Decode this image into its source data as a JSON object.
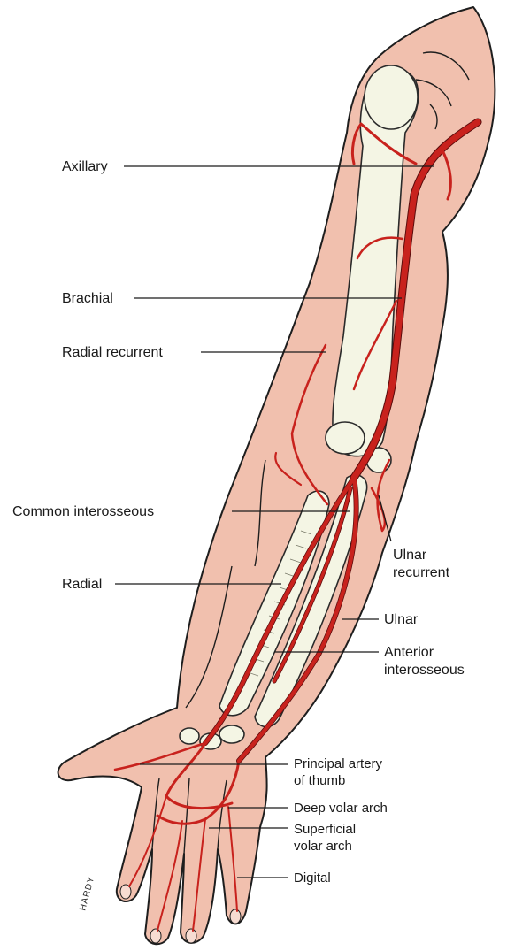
{
  "colors": {
    "skin": "#f1c0ae",
    "bone": "#f4f5e4",
    "artery": "#c8221d",
    "artery_outline": "#5a0c0c",
    "text": "#1a1a1a"
  },
  "labels": {
    "axillary": "Axillary",
    "brachial": "Brachial",
    "radial_recurrent": "Radial recurrent",
    "common_interosseous": "Common interosseous",
    "radial": "Radial",
    "ulnar_recurrent_1": "Ulnar",
    "ulnar_recurrent_2": "recurrent",
    "ulnar": "Ulnar",
    "anterior_interosseous_1": "Anterior",
    "anterior_interosseous_2": "interosseous",
    "principal_artery_1": "Principal artery",
    "principal_artery_2": "of thumb",
    "deep_volar_arch": "Deep volar arch",
    "superficial_volar_arch_1": "Superficial",
    "superficial_volar_arch_2": "volar arch",
    "digital": "Digital"
  },
  "signature": "HARDY"
}
